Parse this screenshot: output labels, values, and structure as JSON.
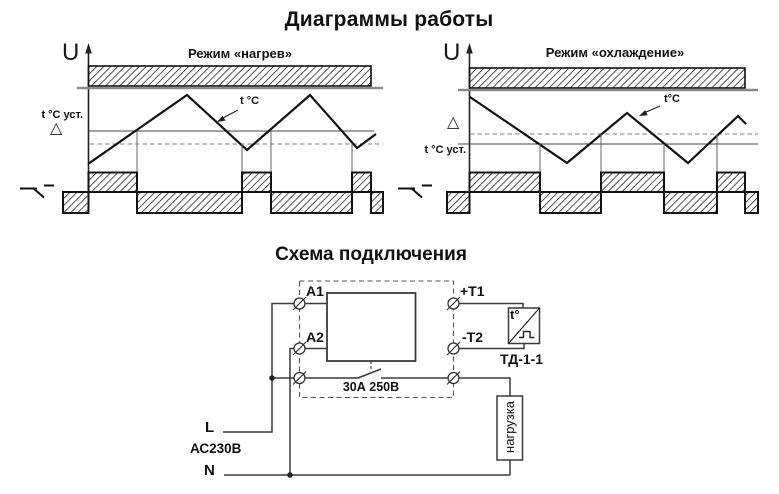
{
  "titles": {
    "main": "Диаграммы работы"
  },
  "heating": {
    "title": "Режим «нагрев»",
    "u": "U",
    "temp": "t °C",
    "setpoint": "t °C уст.",
    "delta": "△"
  },
  "cooling": {
    "title": "Режим «охлаждение»",
    "u": "U",
    "temp": "t°C",
    "setpoint": "t °C уст.",
    "delta": "△"
  },
  "conn": {
    "title": "Схема подключения",
    "a1": "А1",
    "a2": "А2",
    "t1": "+Т1",
    "t2": "-Т2",
    "rating": "30А 250В",
    "sensor_model": "ТД-1-1",
    "sensor_symbol": "t°",
    "l": "L",
    "supply": "АС230В",
    "n": "N",
    "load": "нагрузка"
  },
  "colors": {
    "ink": "#111111",
    "gray_line": "#8a8a8a",
    "background": "#ffffff"
  }
}
